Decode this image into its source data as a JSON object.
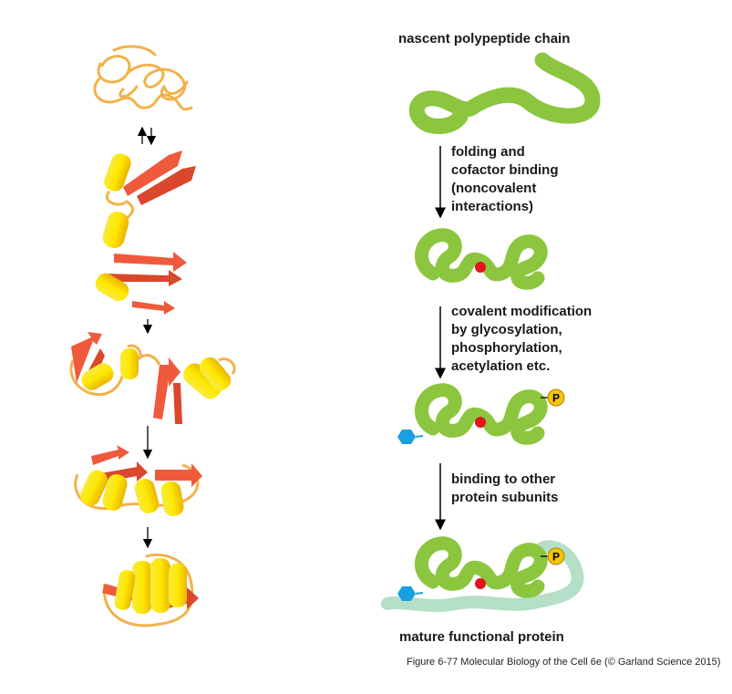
{
  "labels": {
    "nascent": "nascent polypeptide chain",
    "step1": [
      "folding and",
      "cofactor binding",
      "(noncovalent",
      "interactions)"
    ],
    "step2": [
      "covalent modification",
      "by glycosylation,",
      "phosphorylation,",
      "acetylation etc."
    ],
    "step3": [
      "binding to other",
      "protein subunits"
    ],
    "mature": "mature functional protein",
    "phosphate": "P"
  },
  "caption": "Figure 6-77  Molecular Biology of the Cell 6e (© Garland Science 2015)",
  "colors": {
    "chain": "#8cc63f",
    "helix": "#f3e01a",
    "strand": "#ef5a3c",
    "loop": "#f2b24b",
    "cofactor": "#e4141b",
    "phosphate": "#f6c400",
    "sugar": "#1aa0e0",
    "subunit": "#b5dfc8"
  }
}
